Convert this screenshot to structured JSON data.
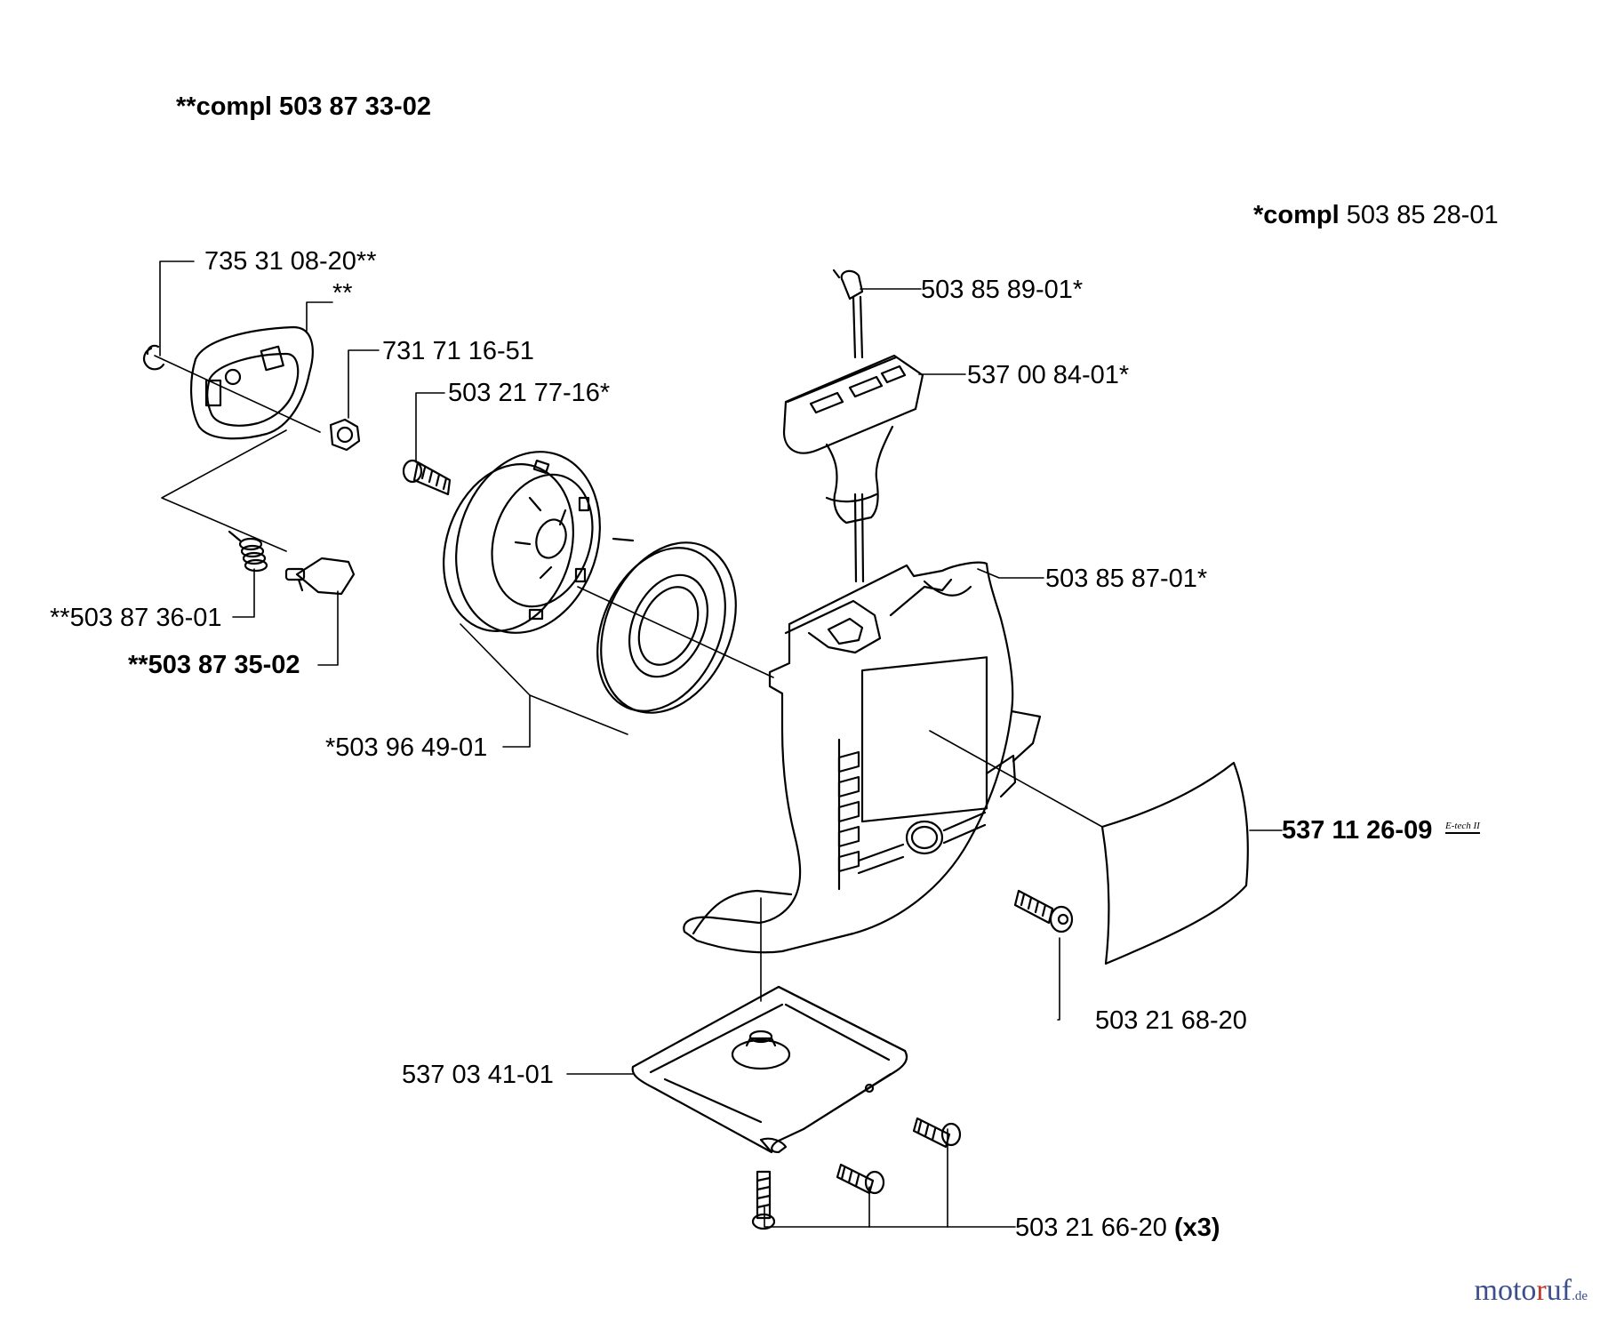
{
  "headers": {
    "set_a": {
      "prefix": "**compl",
      "number": "503 87 33-02"
    },
    "set_b": {
      "prefix": "*compl",
      "number": "503 85 28-01"
    }
  },
  "parts": {
    "circlip": "735 31 08-20**",
    "pawl_plate": "**",
    "nut": "731 71 16-51",
    "screw_pulley": "503 21 77-16*",
    "rope_grip": "503 85 89-01*",
    "handle": "537 00 84-01*",
    "starter_housing": "503 85 87-01*",
    "spring": "**503 87 36-01",
    "pawl": "**503 87 35-02",
    "pulley_spring_set": "*503 96 49-01",
    "decal": "537 11 26-09",
    "decal_badge": "E-tech II",
    "screw_housing": "503 21 68-20",
    "bracket": "537 03 41-01",
    "screw_bracket": "503 21 66-20",
    "screw_bracket_qty": "(x3)"
  },
  "watermark": {
    "part1": "moto",
    "part2": "r",
    "part3": "uf",
    "suffix": ".de"
  }
}
